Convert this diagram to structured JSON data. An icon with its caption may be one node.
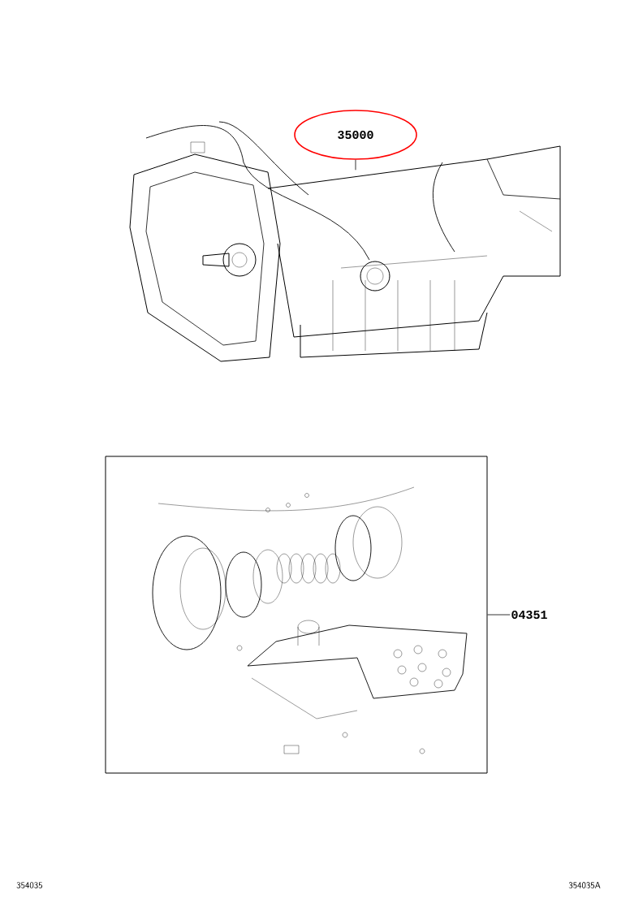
{
  "diagram": {
    "nodes": [
      {
        "text": [
          "35000"
        ]
      },
      {
        "text": [],
        "shape": "picture"
      },
      {
        "text": [
          "04351"
        ]
      },
      {
        "text": [],
        "shape": "box"
      }
    ],
    "edges": [
      {
        "from": 0,
        "to": 1,
        "arrow": "none"
      },
      {
        "from": 2,
        "to": 3,
        "arrow": "none"
      }
    ],
    "labels": [
      "354035",
      "354035A"
    ]
  }
}
